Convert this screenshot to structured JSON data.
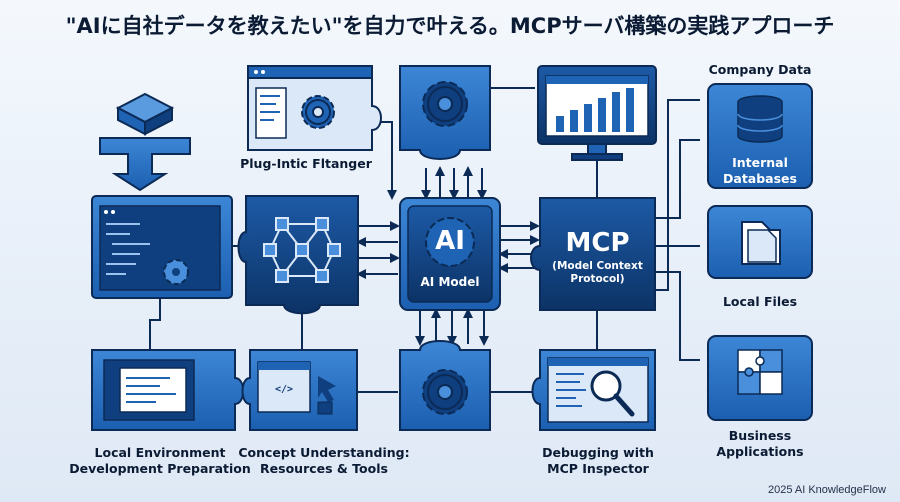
{
  "title": "\"AIに自社データを教えたい\"を自力で叶える。MCPサーバ構築の実践アプローチ",
  "nodes": {
    "plugin": "Plug-Intic Fltanger",
    "ai_short": "AI",
    "ai_model": "AI Model",
    "mcp_short": "MCP",
    "mcp_full_1": "(Model Context",
    "mcp_full_2": "Protocol)",
    "company_data": "Company Data",
    "internal_1": "Internal",
    "internal_2": "Databases",
    "local_files": "Local Files",
    "business_1": "Business",
    "business_2": "Applications",
    "local_env_1": "Local Environment",
    "local_env_2": "Development Preparation",
    "concept_1": "Concept Understanding:",
    "concept_2": "Resources & Tools",
    "debug_1": "Debugging with",
    "debug_2": "MCP Inspector"
  },
  "footer": "2025 AI KnowledgeFlow",
  "colors": {
    "dark_blue": "#0f3f7e",
    "mid_blue": "#1f63b5",
    "light_blue": "#4a8fdb",
    "outline": "#0b2a55",
    "background": "#eef3fa"
  }
}
